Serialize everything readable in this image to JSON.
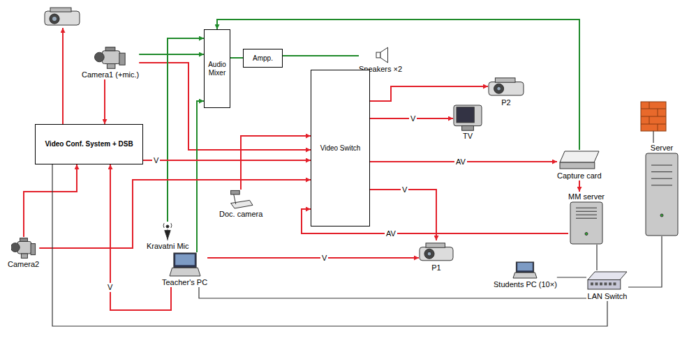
{
  "diagram": {
    "nodes": [
      {
        "text": [
          "Camera1 (+mic.)"
        ]
      },
      {
        "text": [
          "Audio Mixer"
        ]
      },
      {
        "text": [
          "Ampp."
        ]
      },
      {
        "text": [
          "Speakers ×2"
        ]
      },
      {
        "text": [
          "Video Switch"
        ]
      },
      {
        "text": [
          "P2"
        ]
      },
      {
        "text": [
          "TV"
        ]
      },
      {
        "text": [
          "Video Conf. System + DSB"
        ]
      },
      {
        "text": [
          "Capture card"
        ]
      },
      {
        "text": [
          "Doc. camera"
        ]
      },
      {
        "text": [
          "MM server"
        ]
      },
      {
        "text": [
          "Server"
        ]
      },
      {
        "text": [
          "Camera2"
        ]
      },
      {
        "text": [
          "Kravatni Mic"
        ]
      },
      {
        "text": [
          "Teacher's PC"
        ]
      },
      {
        "text": [
          "P1"
        ]
      },
      {
        "text": [
          "Students PC (10×)"
        ]
      },
      {
        "text": [
          "LAN Switch"
        ]
      }
    ],
    "edges": [
      {
        "from": 0,
        "to": 7,
        "arrow": "to"
      },
      {
        "from": 0,
        "to": 4,
        "arrow": "to"
      },
      {
        "from": 0,
        "to": 1,
        "arrow": "to"
      },
      {
        "from": 13,
        "to": 1,
        "arrow": "to"
      },
      {
        "from": 14,
        "to": 1,
        "arrow": "to"
      },
      {
        "from": 8,
        "to": 1,
        "arrow": "to"
      },
      {
        "from": 1,
        "to": 2,
        "arrow": "none"
      },
      {
        "from": 2,
        "to": 3,
        "arrow": "none"
      },
      {
        "from": 4,
        "to": 5,
        "arrow": "to"
      },
      {
        "from": 4,
        "to": 6,
        "label": "V",
        "arrow": "to"
      },
      {
        "from": 4,
        "to": 8,
        "label": "AV",
        "arrow": "to"
      },
      {
        "from": 4,
        "to": 15,
        "label": "V",
        "arrow": "to"
      },
      {
        "from": 9,
        "to": 4,
        "arrow": "to"
      },
      {
        "from": 7,
        "to": 4,
        "label": "V",
        "arrow": "to"
      },
      {
        "from": 12,
        "to": 7,
        "arrow": "to"
      },
      {
        "from": 12,
        "to": 4,
        "arrow": "to"
      },
      {
        "from": 14,
        "to": 7,
        "label": "V",
        "arrow": "to"
      },
      {
        "from": 14,
        "to": 15,
        "label": "V",
        "arrow": "to"
      },
      {
        "from": 10,
        "to": 4,
        "label": "AV",
        "arrow": "to"
      },
      {
        "from": 8,
        "to": 10,
        "arrow": "to"
      },
      {
        "from": 7,
        "to": 17,
        "arrow": "none"
      },
      {
        "from": 14,
        "to": 17,
        "arrow": "none"
      },
      {
        "from": 16,
        "to": 17,
        "arrow": "none"
      },
      {
        "from": 10,
        "to": 17,
        "arrow": "none"
      },
      {
        "from": 11,
        "to": 17,
        "arrow": "none"
      }
    ]
  }
}
